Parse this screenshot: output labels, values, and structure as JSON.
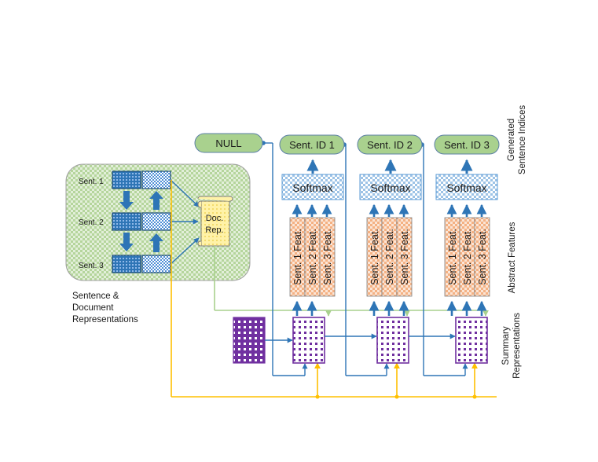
{
  "diagram": {
    "sentence_labels": [
      "Sent. 1",
      "Sent. 2",
      "Sent. 3"
    ],
    "doc_rep_lines": [
      "Doc.",
      "Rep."
    ],
    "null_label": "NULL",
    "output_nodes": [
      "Sent. ID 1",
      "Sent. ID 2",
      "Sent. ID 3"
    ],
    "softmax_label": "Softmax",
    "feature_labels": [
      "Sent. 1 Feat.",
      "Sent. 2 Feat.",
      "Sent. 3 Feat."
    ],
    "left_caption_lines": [
      "Sentence &",
      "Document",
      "Representations"
    ],
    "right_labels": {
      "generated_lines": [
        "Generated",
        "Sentence Indices"
      ],
      "abstract": "Abstract Features",
      "summary_lines": [
        "Summary",
        "Representations"
      ]
    },
    "colors": {
      "blue": "#2e75b6",
      "green_fill": "#a9d18e",
      "green_line": "#a9d18e",
      "orange": "#ffc000",
      "purple": "#7030a0",
      "feat_fill": "#f4b183",
      "doc_fill": "#fff2a8"
    }
  }
}
